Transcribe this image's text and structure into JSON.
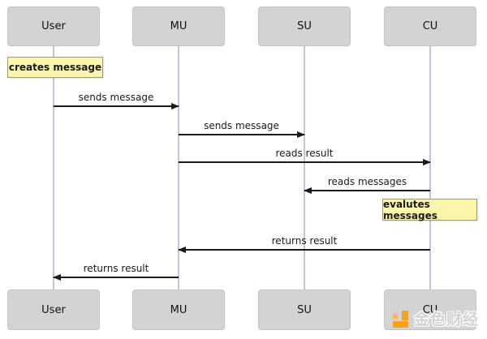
{
  "diagram": {
    "type": "sequence-diagram",
    "actors": [
      {
        "name": "User"
      },
      {
        "name": "MU"
      },
      {
        "name": "SU"
      },
      {
        "name": "CU"
      }
    ],
    "messages": [
      {
        "label": "sends message",
        "from": "User",
        "to": "MU"
      },
      {
        "label": "sends message",
        "from": "MU",
        "to": "SU"
      },
      {
        "label": "reads result",
        "from": "MU",
        "to": "CU"
      },
      {
        "label": "reads messages",
        "from": "CU",
        "to": "SU"
      },
      {
        "label": "returns result",
        "from": "CU",
        "to": "MU"
      },
      {
        "label": "returns result",
        "from": "MU",
        "to": "User"
      }
    ],
    "notes": [
      {
        "text": "creates message",
        "attached_to": "User"
      },
      {
        "text": "evalutes messages",
        "attached_to": "CU"
      }
    ],
    "colors": {
      "actor_box_fill": "#d3d3d3",
      "actor_box_border": "#c3c3c3",
      "lifeline": "#c8c2de",
      "note_fill": "#faf5ab",
      "note_border": "#99997d",
      "arrow": "#1a1a1a"
    }
  },
  "watermark": {
    "text": "金色财经",
    "logo": "jinse-blocks-icon",
    "logo_color": "#f7a21b"
  }
}
